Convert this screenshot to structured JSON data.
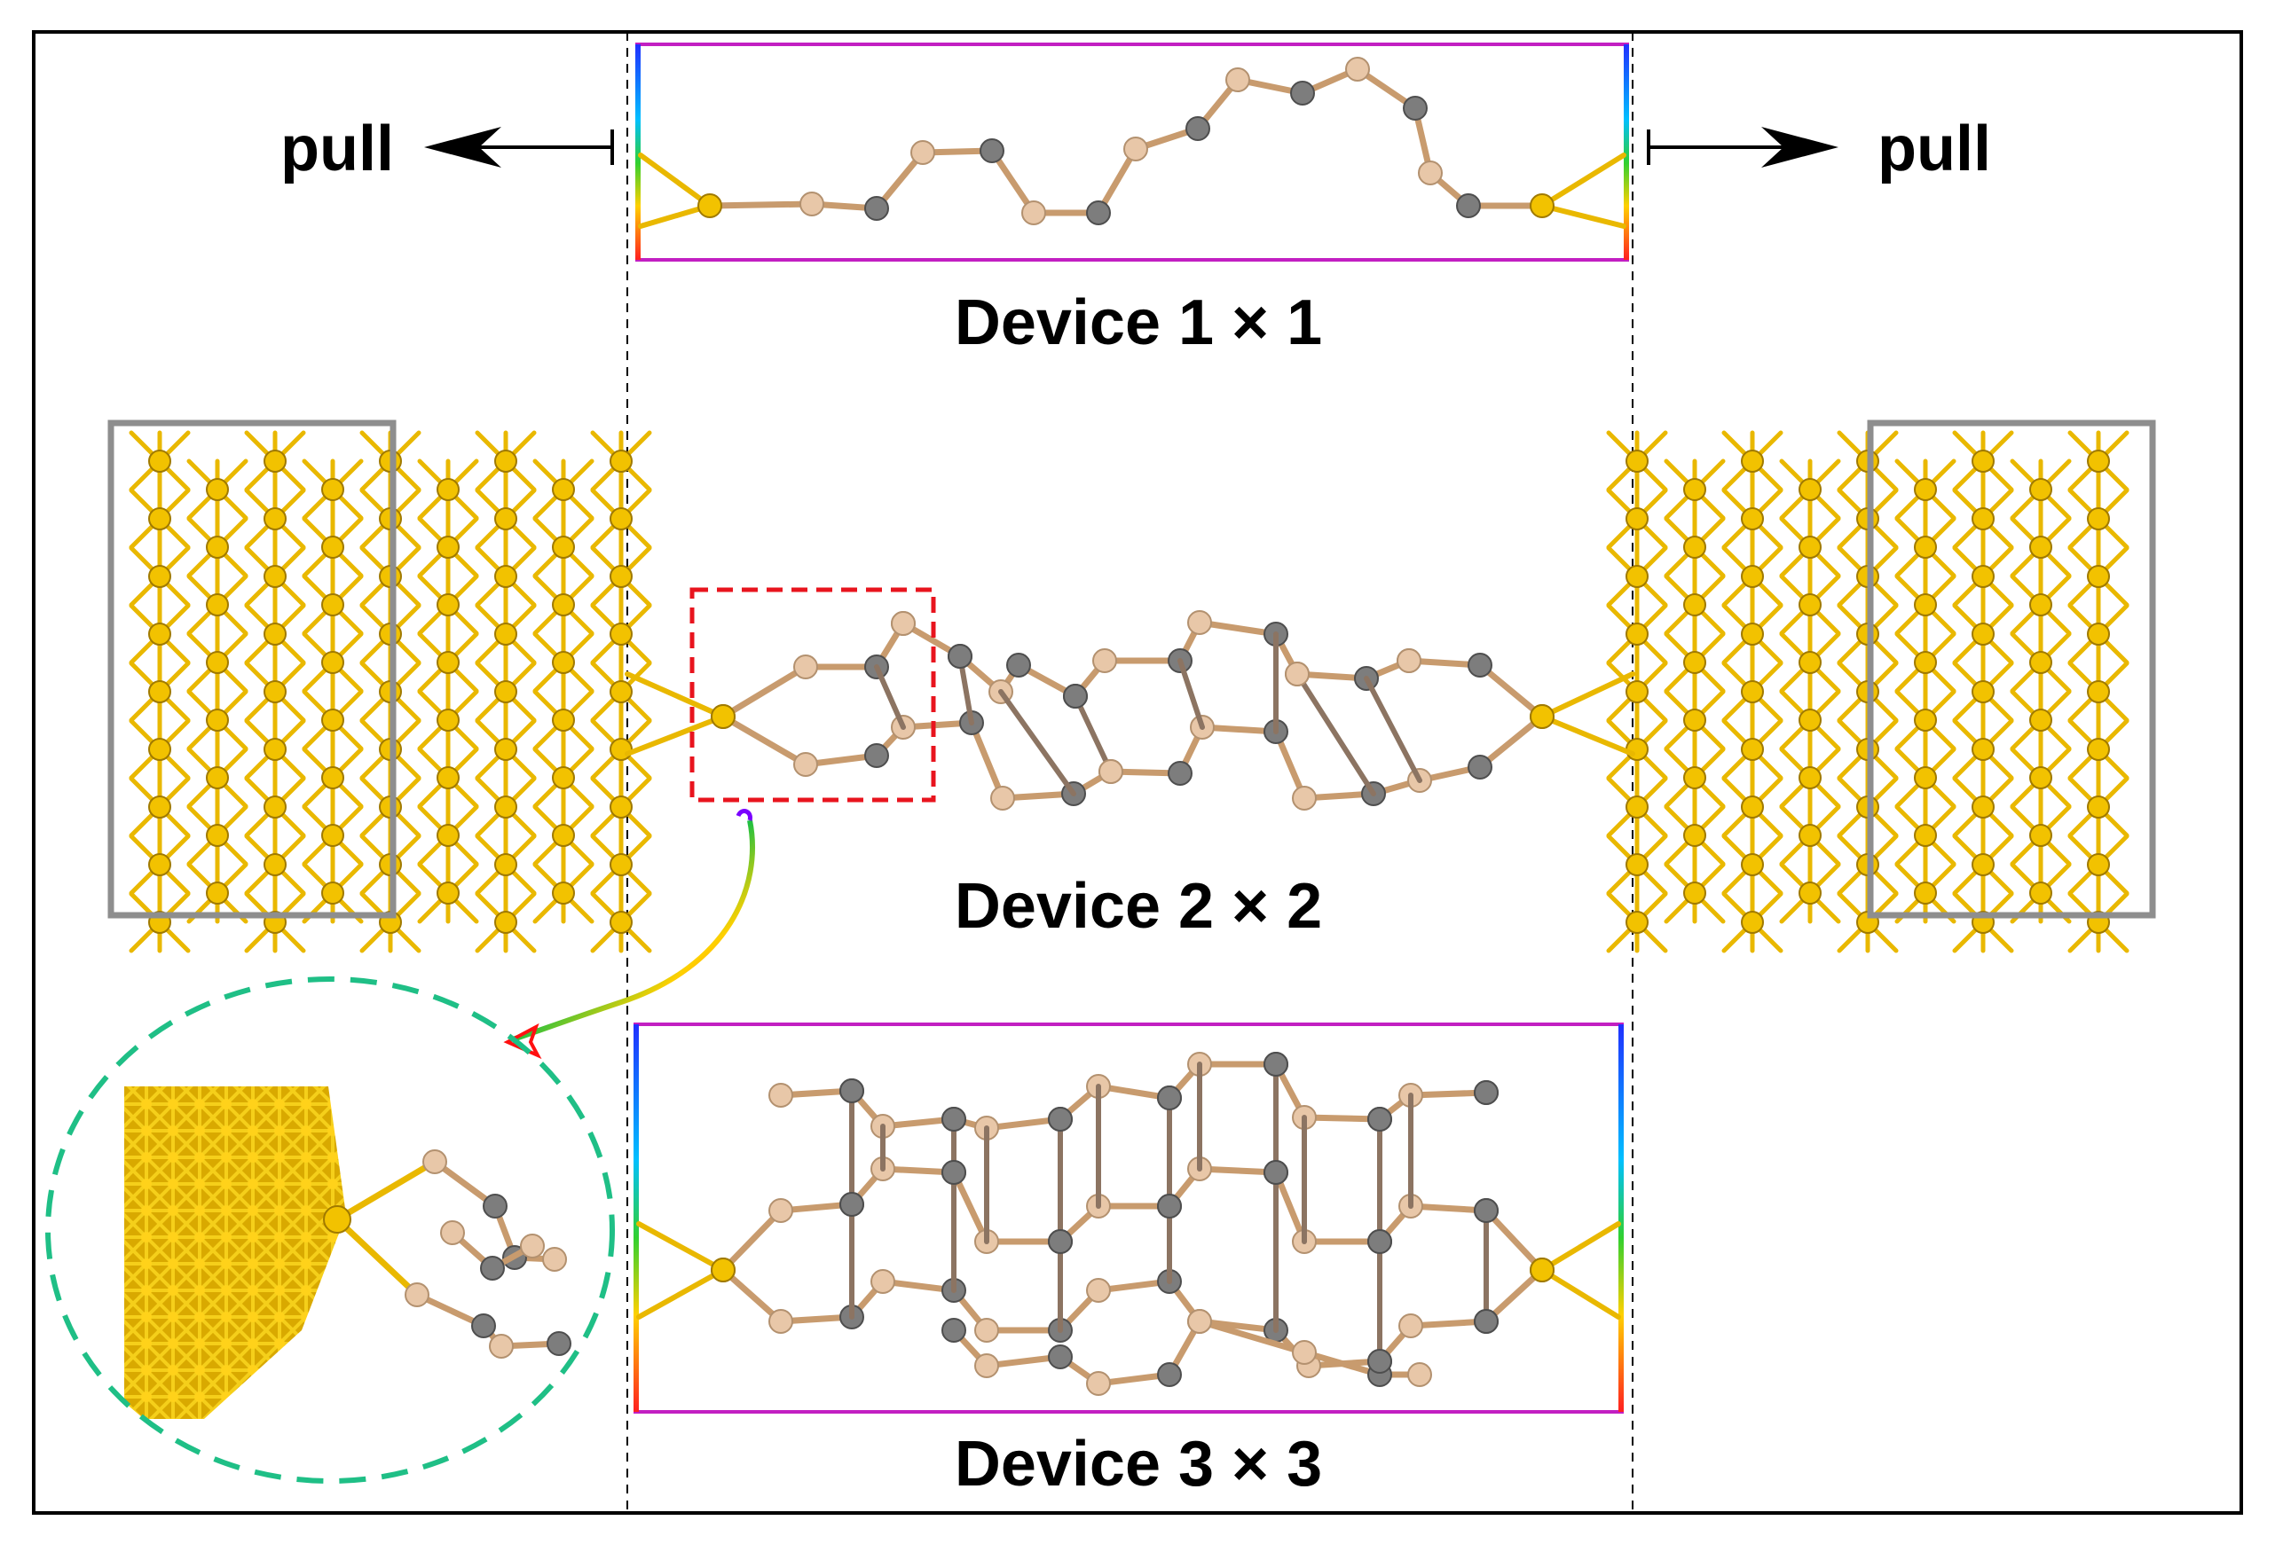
{
  "labels": {
    "pull_left": "pull",
    "pull_right": "pull",
    "device1": "Device 1 × 1",
    "device2": "Device 2 × 2",
    "device3": "Device 3 × 3"
  },
  "colors": {
    "gold_atom": "#f2c200",
    "gold_bond": "#e9b800",
    "boron_atom": "#e8c7a8",
    "carbon_atom": "#7d7d7d",
    "frame": "#8e8e8e",
    "device_box": "#c21fc2",
    "highlight_box": "#e8141e",
    "zoom_circle": "#1fbf86"
  },
  "icons": {
    "left_arrow": "arrow-left-icon",
    "right_arrow": "arrow-right-icon",
    "curved_arrow": "curved-arrow-icon"
  }
}
